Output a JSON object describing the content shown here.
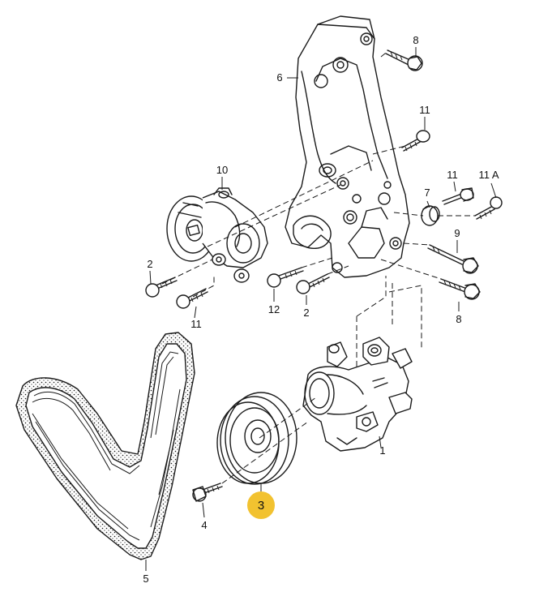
{
  "diagram": {
    "highlight_color": "#f2c230",
    "callouts": [
      {
        "id": "c1",
        "text": "1"
      },
      {
        "id": "c2a",
        "text": "2"
      },
      {
        "id": "c2b",
        "text": "2"
      },
      {
        "id": "c3",
        "text": "3"
      },
      {
        "id": "c4",
        "text": "4"
      },
      {
        "id": "c5",
        "text": "5"
      },
      {
        "id": "c6",
        "text": "6"
      },
      {
        "id": "c7",
        "text": "7"
      },
      {
        "id": "c8a",
        "text": "8"
      },
      {
        "id": "c8b",
        "text": "8"
      },
      {
        "id": "c9",
        "text": "9"
      },
      {
        "id": "c10",
        "text": "10"
      },
      {
        "id": "c11a",
        "text": "11"
      },
      {
        "id": "c11b",
        "text": "11"
      },
      {
        "id": "c11c",
        "text": "11"
      },
      {
        "id": "c11d",
        "text": "11 A"
      },
      {
        "id": "c12",
        "text": "12"
      }
    ]
  }
}
